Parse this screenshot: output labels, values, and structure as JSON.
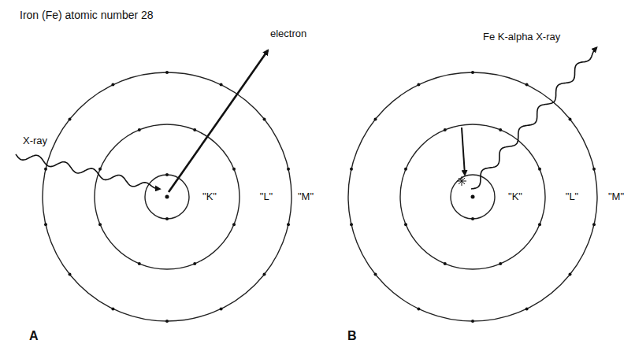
{
  "diagram": {
    "title": "Iron (Fe) atomic number 28",
    "labels": [
      "electron",
      "X-ray",
      "\"K\"",
      "\"L\"",
      "\"M\"",
      "A",
      "Fe K-alpha X-ray",
      "\"K\"",
      "\"L\"",
      "\"M\"",
      "B"
    ]
  }
}
